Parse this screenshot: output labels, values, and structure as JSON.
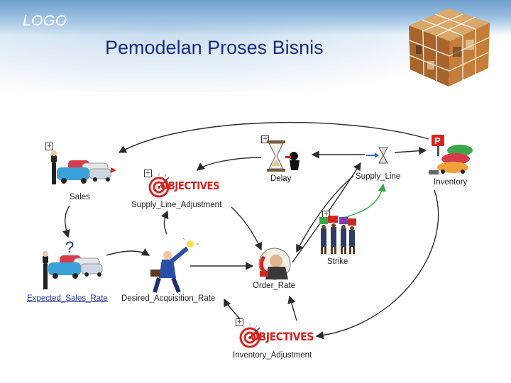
{
  "slide": {
    "logo": "LOGO",
    "title": "Pemodelan Proses Bisnis"
  },
  "diagram": {
    "nodes": {
      "sales": {
        "label": "Sales"
      },
      "delay": {
        "label": "Delay"
      },
      "supply_line": {
        "label": "Supply_Line"
      },
      "inventory": {
        "label": "Inventory"
      },
      "supply_line_adjustment": {
        "label": "Supply_Line_Adjustment",
        "badge": "OBJECTIVES"
      },
      "strike": {
        "label": "Strike"
      },
      "expected_sales_rate": {
        "label": "Expected_Sales_Rate",
        "mark": "?"
      },
      "desired_acquisition_rate": {
        "label": "Desired_Acquisition_Rate"
      },
      "order_rate": {
        "label": "Order_Rate"
      },
      "inventory_adjustment": {
        "label": "Inventory_Adjustment",
        "badge": "OBJECTIVES"
      }
    },
    "expand_marker": "+",
    "colors": {
      "arrow": "#2b2b2b",
      "green_arrow": "#3aa84a",
      "badge_red": "#d8231f"
    }
  }
}
